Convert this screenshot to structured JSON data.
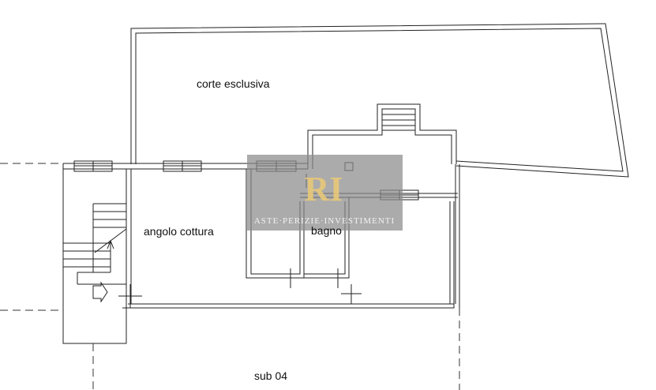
{
  "labels": {
    "corte": "corte esclusiva",
    "angolo": "angolo cottura",
    "bagno": "bagno",
    "sub": "sub 04"
  },
  "watermark": {
    "logo_letters": "RI",
    "caption": "ASTE·PERIZIE·INVESTIMENTI"
  },
  "colors": {
    "line": "#222222",
    "dash": "#333333",
    "watermark_bg": "#8a8a8a",
    "watermark_gold": "#e8c879",
    "watermark_text": "#f2f2f2"
  }
}
